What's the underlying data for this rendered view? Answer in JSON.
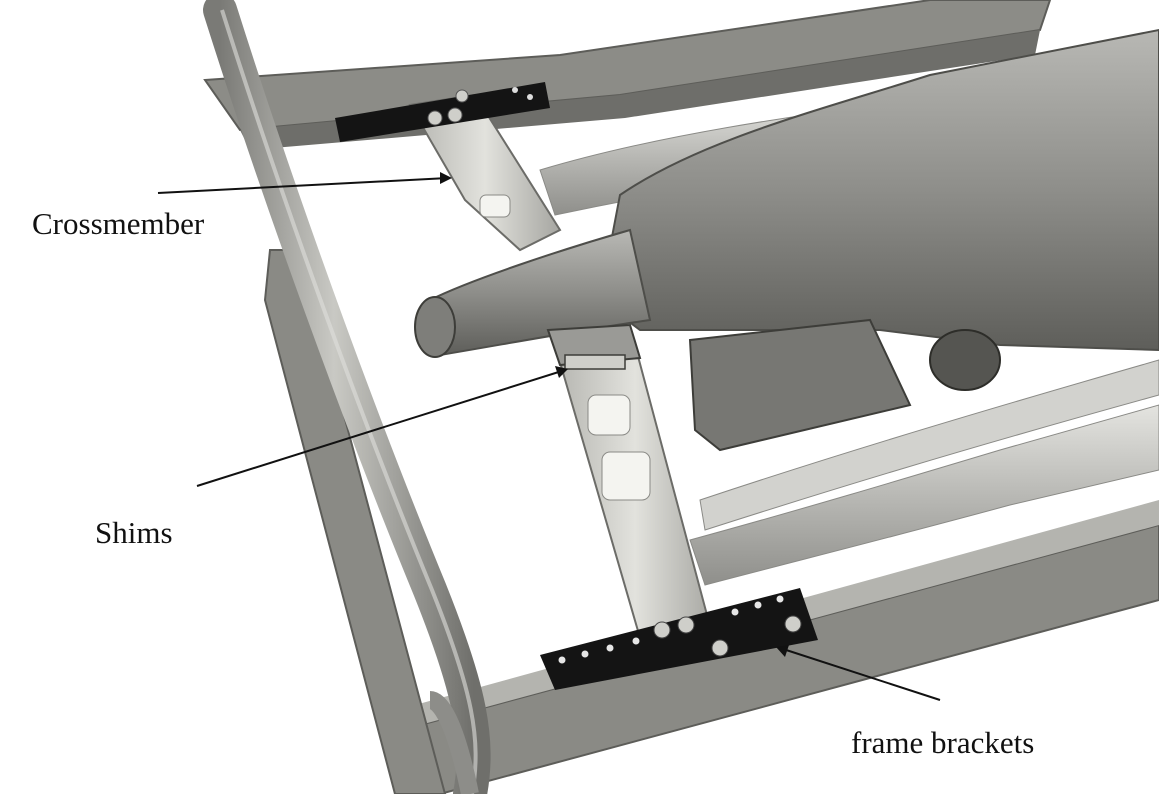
{
  "labels": {
    "crossmember": "Crossmember",
    "shims": "Shims",
    "frame_brackets": "frame brackets"
  },
  "colors": {
    "background": "#ffffff",
    "frame": "#8a8a85",
    "tube": "#a9a9a4",
    "crossmember": "#cfcfca",
    "transmission": "#9c9c98",
    "bracket": "#141414",
    "leader": "#111111"
  }
}
